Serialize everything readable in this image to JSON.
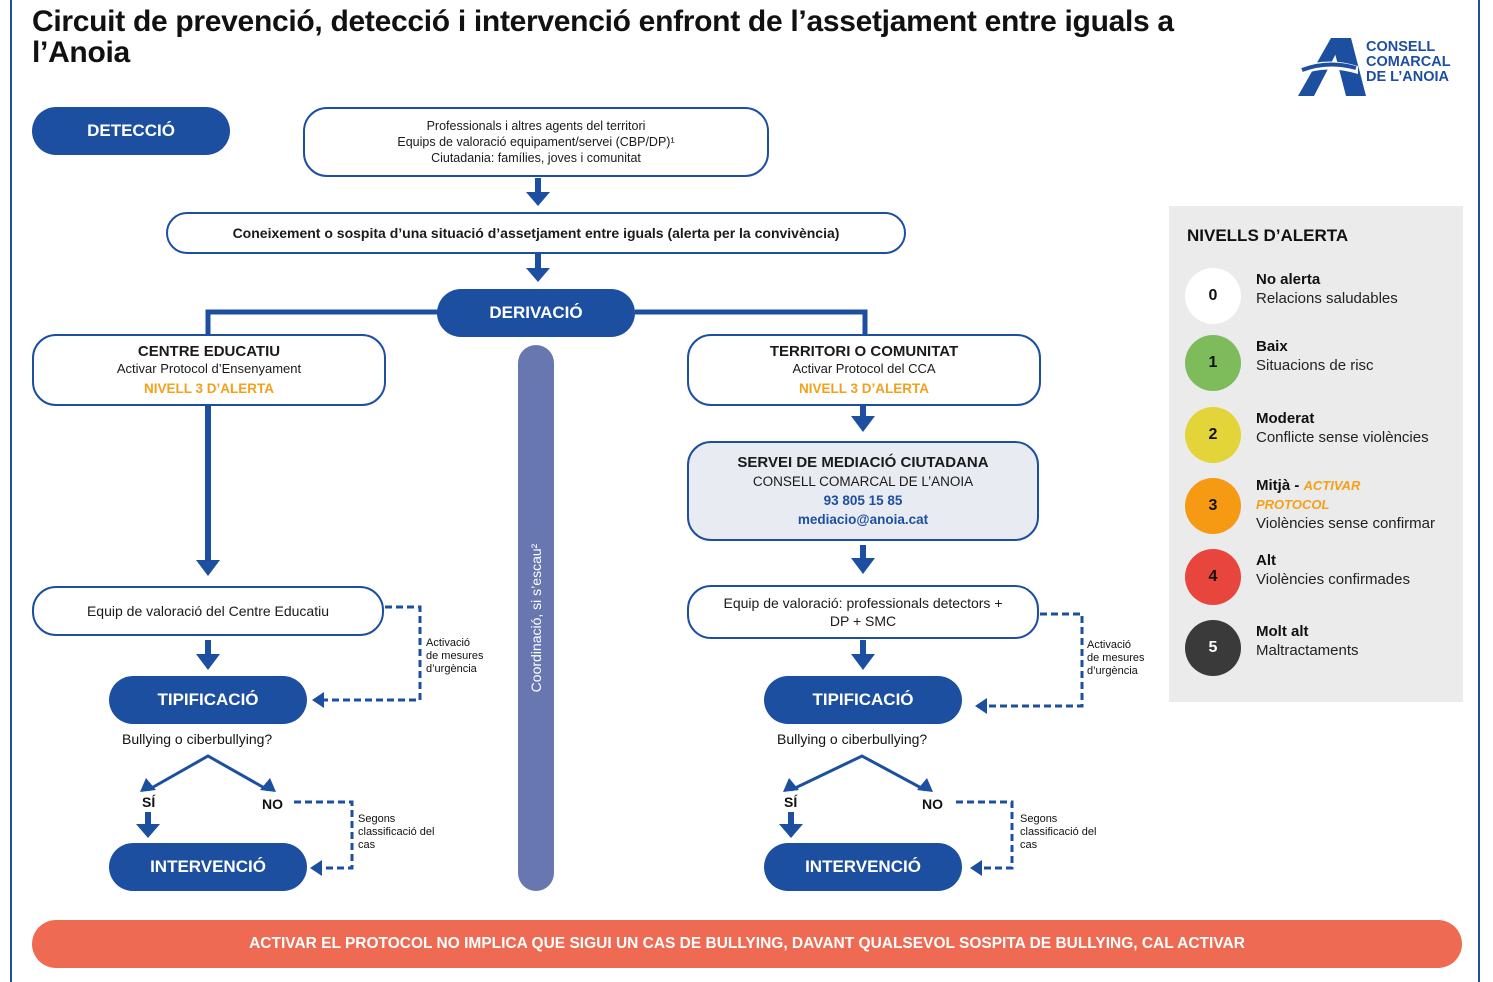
{
  "title": "Circuit de prevenció, detecció i intervenció enfront de l’assetjament entre iguals a l’Anoia",
  "logo": {
    "line1": "CONSELL",
    "line2": "COMARCAL",
    "line3": "DE L’ANOIA"
  },
  "detection": {
    "label": "DETECCIÓ",
    "sources": [
      "Professionals i altres agents del territori",
      "Equips de valoració equipament/servei (CBP/DP)¹",
      "Ciutadania: famílies, joves i comunitat"
    ]
  },
  "knowledge": "Coneixement o sospita d’una situació d’assetjament entre iguals (alerta per la convivència)",
  "derivation": "DERIVACIÓ",
  "coordination": "Coordinació, si s’escau²",
  "left": {
    "title": "CENTRE EDUCATIU",
    "subtitle": "Activar Protocol d’Ensenyament",
    "alert": "NIVELL 3 D’ALERTA",
    "team": "Equip de valoració del Centre Educatiu",
    "urgent": [
      "Activació",
      "de mesures",
      "d’urgència"
    ],
    "tipification": "TIPIFICACIÓ",
    "question": "Bullying o ciberbullying?",
    "yes": "SÍ",
    "no": "NO",
    "classification": [
      "Segons",
      "classificació del",
      "cas"
    ],
    "intervention": "INTERVENCIÓ"
  },
  "right": {
    "title": "TERRITORI O COMUNITAT",
    "subtitle": "Activar Protocol del CCA",
    "alert": "NIVELL 3 D’ALERTA",
    "service": {
      "title": "SERVEI DE MEDIACIÓ CIUTADANA",
      "org": "CONSELL COMARCAL DE L’ANOIA",
      "phone": "93 805 15 85",
      "email": "mediacio@anoia.cat"
    },
    "team": [
      "Equip de valoració: professionals detectors +",
      "DP + SMC"
    ],
    "urgent": [
      "Activació",
      "de mesures",
      "d’urgència"
    ],
    "tipification": "TIPIFICACIÓ",
    "question": "Bullying o ciberbullying?",
    "yes": "SÍ",
    "no": "NO",
    "classification": [
      "Segons",
      "classificació del",
      "cas"
    ],
    "intervention": "INTERVENCIÓ"
  },
  "legend": {
    "title": "NIVELLS D’ALERTA",
    "levels": [
      {
        "num": "0",
        "name": "No alerta",
        "desc": "Relacions saludables",
        "color": "#ffffff"
      },
      {
        "num": "1",
        "name": "Baix",
        "desc": "Situacions de risc",
        "color": "#7dbb5b"
      },
      {
        "num": "2",
        "name": "Moderat",
        "desc": "Conflicte sense violències",
        "color": "#e3d43a"
      },
      {
        "num": "3",
        "name": "Mitjà -",
        "action1": "ACTIVAR",
        "action2": "PROTOCOL",
        "desc": "Violències sense confirmar",
        "color": "#f59a12"
      },
      {
        "num": "4",
        "name": "Alt",
        "desc": "Violències confirmades",
        "color": "#e8453c"
      },
      {
        "num": "5",
        "name": "Molt alt",
        "desc": "Maltractaments",
        "color": "#3a3a3a"
      }
    ]
  },
  "banner": "ACTIVAR EL PROTOCOL NO IMPLICA QUE SIGUI UN CAS DE BULLYING, DAVANT QUALSEVOL SOSPITA DE BULLYING, CAL ACTIVAR",
  "colors": {
    "primary": "#1d4fa0",
    "coordination": "#6977b0",
    "alert": "#f5a019",
    "banner": "#ef6a52"
  }
}
